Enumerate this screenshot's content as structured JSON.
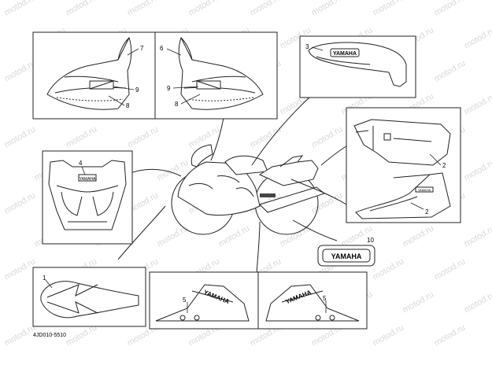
{
  "diagram": {
    "part_code": "4JD010-5510",
    "watermark": "motod.ru",
    "callouts": {
      "c1": "1",
      "c2a": "2",
      "c2b": "2",
      "c3": "3",
      "c4": "4",
      "c5a": "5",
      "c5b": "5",
      "c6": "6",
      "c7": "7",
      "c8a": "8",
      "c8b": "8",
      "c9a": "9",
      "c9b": "9",
      "c10": "10"
    },
    "decal_text": {
      "tank": "YAMAHA",
      "emblem": "YAMAHA",
      "tail_left": "YAMAHA",
      "tail_right": "YAMAHA",
      "side_cover": "YAMAHA",
      "windscreen": "YAMAHA"
    }
  }
}
